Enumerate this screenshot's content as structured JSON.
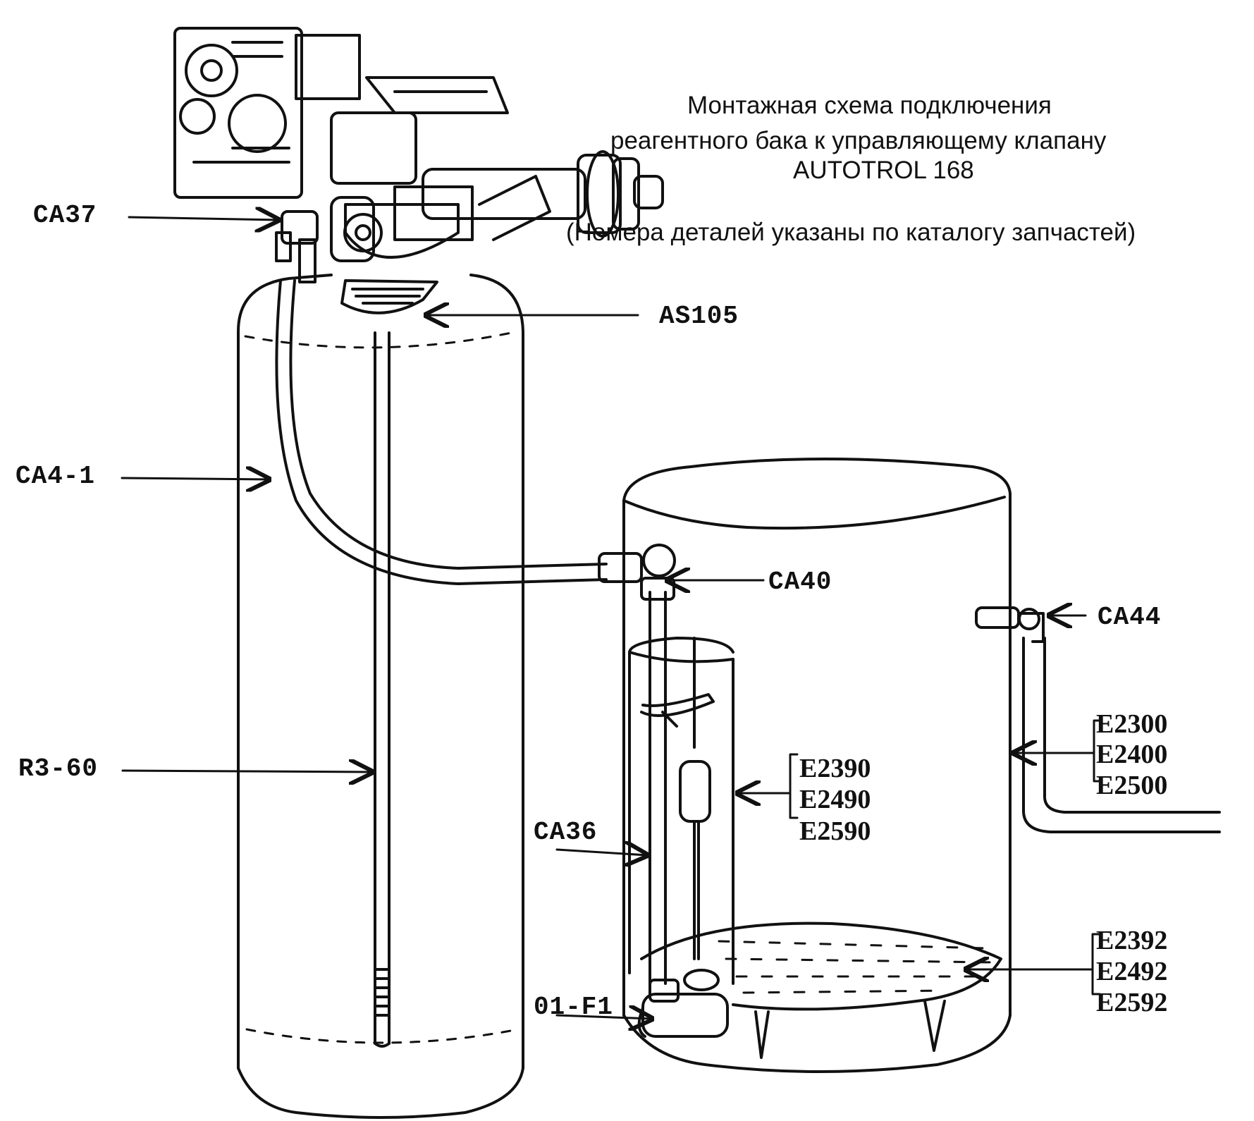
{
  "title": {
    "line1": "Монтажная схема подключения",
    "line2": "реагентного бака к управляющему клапану",
    "line3": "AUTOTROL 168",
    "note": "(Номера деталей указаны по каталогу запчастей)"
  },
  "labels": {
    "ca37": "CA37",
    "as105": "AS105",
    "ca4_1": "CA4-1",
    "r3_60": "R3-60",
    "ca40": "CA40",
    "ca44": "CA44",
    "ca36": "CA36",
    "f01": "01-F1",
    "e2300": "E2300",
    "e2400": "E2400",
    "e2500": "E2500",
    "e2390": "E2390",
    "e2490": "E2490",
    "e2590": "E2590",
    "e2392": "E2392",
    "e2492": "E2492",
    "e2592": "E2592"
  }
}
